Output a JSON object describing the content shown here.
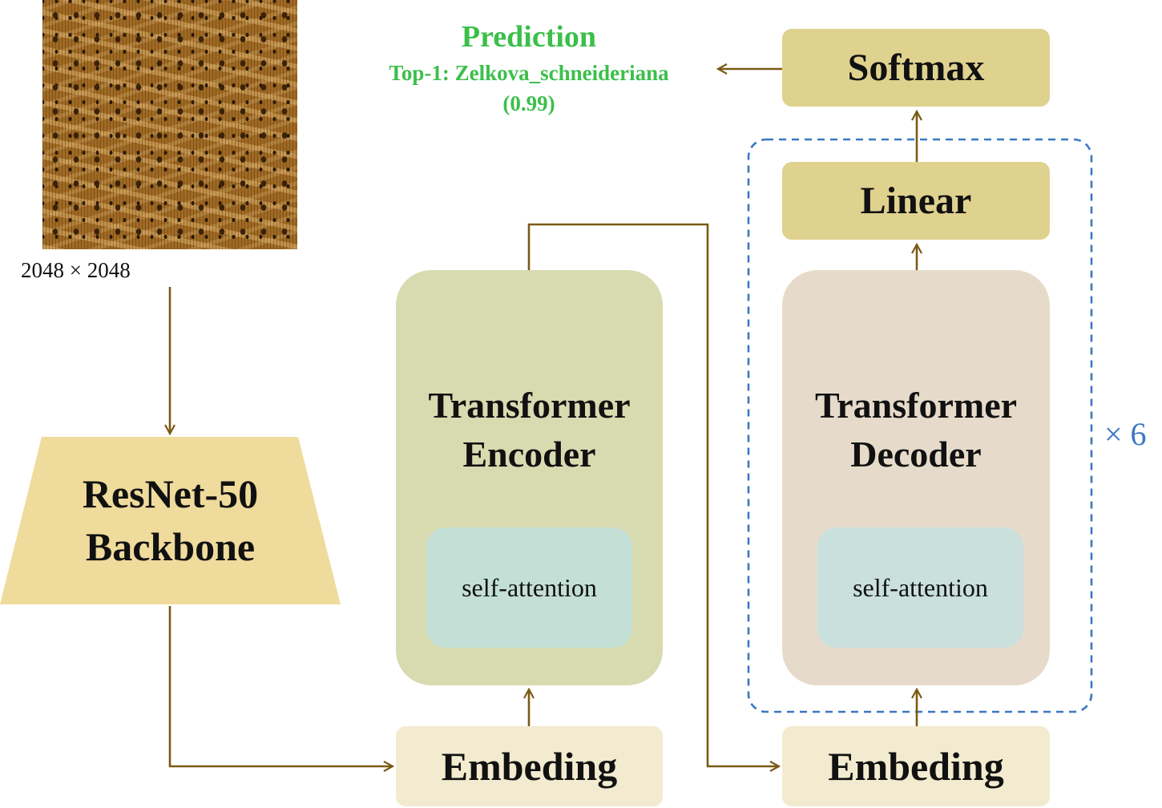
{
  "input": {
    "image_desc": "wood-texture-image",
    "dimension_label": "2048 × 2048"
  },
  "backbone": {
    "line1": "ResNet-50",
    "line2": "Backbone"
  },
  "encoder": {
    "line1": "Transformer",
    "line2": "Encoder",
    "attention": "self-attention"
  },
  "decoder": {
    "line1": "Transformer",
    "line2": "Decoder",
    "attention": "self-attention"
  },
  "embedding_encoder": "Embeding",
  "embedding_decoder": "Embeding",
  "linear": "Linear",
  "softmax": "Softmax",
  "prediction": {
    "title": "Prediction",
    "top1": "Top-1: Zelkova_schneideriana",
    "score": "(0.99)"
  },
  "repeat_label": "× 6",
  "colors": {
    "arrow": "#7a5a14",
    "prediction_text": "#3cbf4a",
    "repeat_border": "#3a78c2",
    "backbone_fill": "#efdb9c",
    "encoder_fill": "#d8dab0",
    "decoder_fill": "#e6dbca",
    "attention_fill": "#c3dfd6",
    "linear_softmax_fill": "#dfd28f",
    "embedding_fill": "#f2ebcf"
  }
}
